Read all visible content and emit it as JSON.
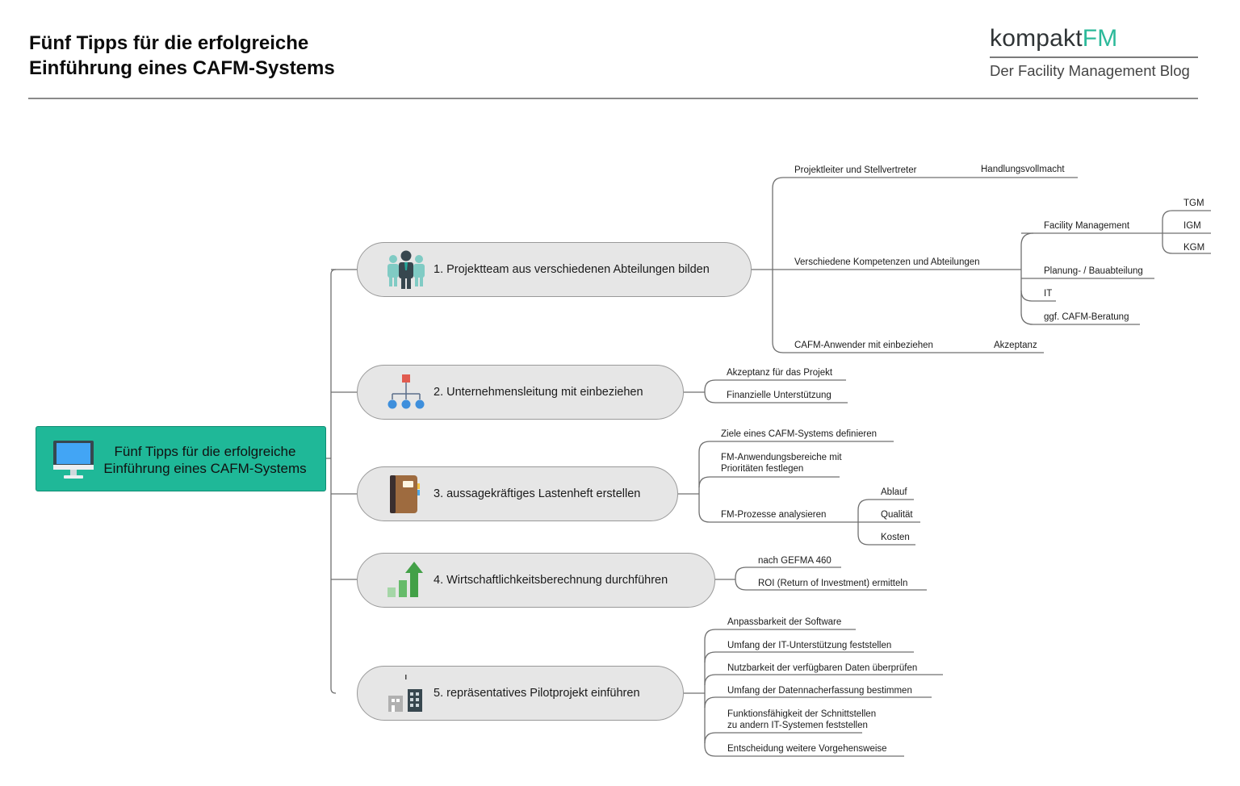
{
  "header": {
    "title_line1": "Fünf Tipps für die erfolgreiche",
    "title_line2": "Einführung eines CAFM-Systems",
    "brand_part1": "kompakt",
    "brand_part2": "FM",
    "brand_tagline": "Der Facility Management Blog",
    "brand_accent_color": "#2cb99a"
  },
  "central": {
    "line1": "Fünf Tipps für die erfolgreiche",
    "line2": "Einführung eines CAFM-Systems",
    "icon": "computer-monitor-icon",
    "color": "#1fb898"
  },
  "topics": [
    {
      "label": "1. Projektteam aus verschiedenen Abteilungen bilden",
      "icon": "team-icon",
      "children": [
        {
          "label": "Projektleiter und Stellvertreter",
          "children": [
            "Handlungsvollmacht"
          ]
        },
        {
          "label": "Verschiedene Kompetenzen und Abteilungen",
          "children": [
            {
              "label": "Facility Management",
              "children": [
                "TGM",
                "IGM",
                "KGM"
              ]
            },
            {
              "label": "Planung- / Bauabteilung"
            },
            {
              "label": "IT"
            },
            {
              "label": "ggf. CAFM-Beratung"
            }
          ]
        },
        {
          "label": "CAFM-Anwender mit einbeziehen",
          "children": [
            "Akzeptanz"
          ]
        }
      ]
    },
    {
      "label": "2. Unternehmensleitung mit einbeziehen",
      "icon": "org-chart-icon",
      "children": [
        "Akzeptanz für das Projekt",
        "Finanzielle Unterstützung"
      ]
    },
    {
      "label": "3. aussagekräftiges Lastenheft erstellen",
      "icon": "notebook-icon",
      "children": [
        {
          "label": "Ziele eines CAFM-Systems definieren"
        },
        {
          "label_line1": "FM-Anwendungsbereiche mit",
          "label_line2": "Prioritäten festlegen"
        },
        {
          "label": "FM-Prozesse analysieren",
          "children": [
            "Ablauf",
            "Qualität",
            "Kosten"
          ]
        }
      ]
    },
    {
      "label": "4. Wirtschaftlichkeitsberechnung durchführen",
      "icon": "growth-chart-icon",
      "children": [
        "nach GEFMA 460",
        "ROI (Return of Investment) ermitteln"
      ]
    },
    {
      "label": "5. repräsentatives Pilotprojekt einführen",
      "icon": "buildings-icon",
      "children": [
        {
          "label": "Anpassbarkeit der Software"
        },
        {
          "label": "Umfang der IT-Unterstützung feststellen"
        },
        {
          "label": "Nutzbarkeit der verfügbaren Daten überprüfen"
        },
        {
          "label": "Umfang der Datennacherfassung bestimmen"
        },
        {
          "label_line1": "Funktionsfähigkeit der Schnittstellen",
          "label_line2": "zu andern IT-Systemen feststellen"
        },
        {
          "label": "Entscheidung weitere Vorgehensweise"
        }
      ]
    }
  ]
}
